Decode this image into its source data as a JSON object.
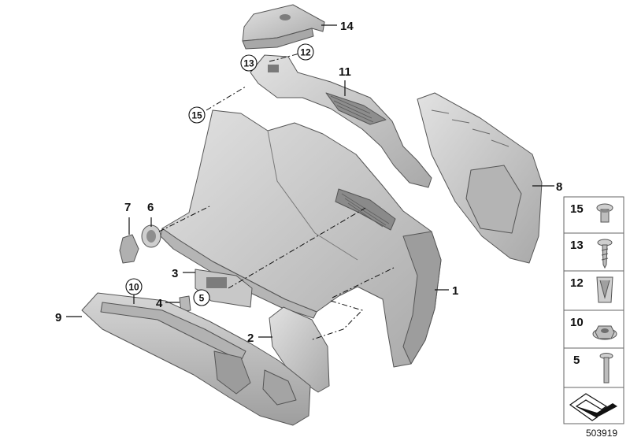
{
  "diagram": {
    "reference_number": "503919",
    "callouts": {
      "p1": "1",
      "p2": "2",
      "p3": "3",
      "p4": "4",
      "p5": "5",
      "p6": "6",
      "p7": "7",
      "p8": "8",
      "p9": "9",
      "p10": "10",
      "p11": "11",
      "p12": "12",
      "p13": "13",
      "p14": "14",
      "p15": "15"
    },
    "legend": [
      {
        "label": "15",
        "icon": "clip-rivet-icon"
      },
      {
        "label": "13",
        "icon": "screw-icon"
      },
      {
        "label": "12",
        "icon": "expanding-nut-icon"
      },
      {
        "label": "10",
        "icon": "hex-nut-icon"
      },
      {
        "label": "5",
        "icon": "bolt-icon"
      }
    ],
    "colors": {
      "part_fill": "#c9c9c9",
      "part_dark": "#9a9a9a",
      "part_light": "#dedede",
      "line": "#111111"
    }
  }
}
